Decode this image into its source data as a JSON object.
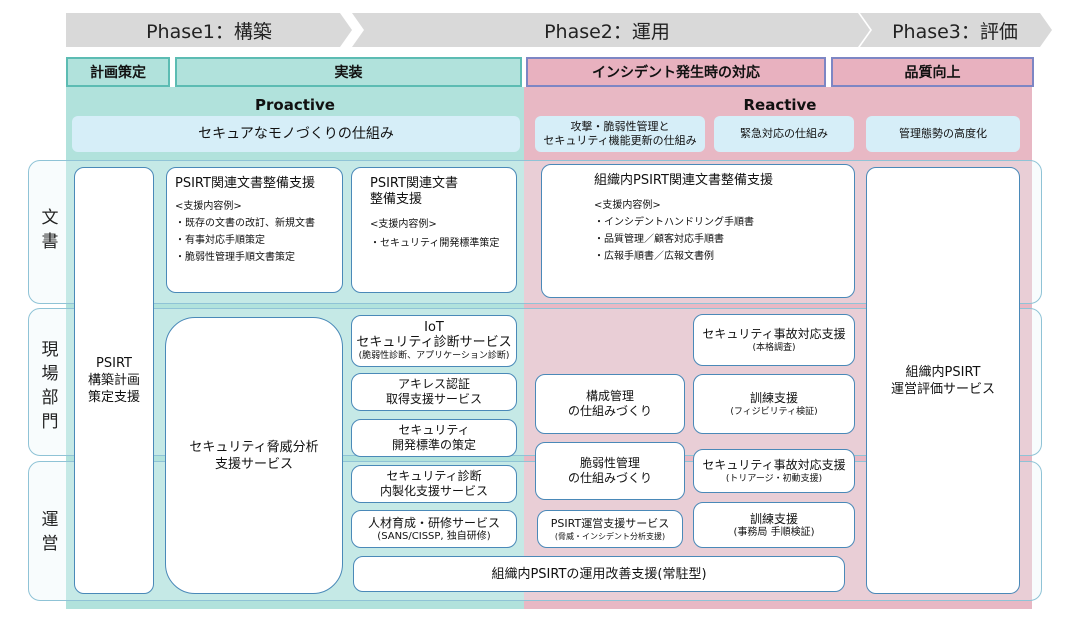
{
  "phases": [
    {
      "label": "Phase1：構築"
    },
    {
      "label": "Phase2：運用"
    },
    {
      "label": "Phase3：評価"
    }
  ],
  "headers": {
    "plan": "計画策定",
    "implement": "実装",
    "incident": "インシデント発生時の対応",
    "quality": "品質向上"
  },
  "proactive": {
    "caption": "Proactive",
    "banner": "セキュアなモノづくりの仕組み"
  },
  "reactive": {
    "caption": "Reactive",
    "banner1_line1": "攻撃・脆弱性管理と",
    "banner1_line2": "セキュリティ機能更新の仕組み",
    "banner2": "緊急対応の仕組み"
  },
  "quality_banner": "管理態勢の高度化",
  "rows": {
    "doc": "文書",
    "field": "現場部門",
    "ops": "運営"
  },
  "boxes": {
    "plan_support": {
      "l1": "PSIRT",
      "l2": "構築計画",
      "l3": "策定支援"
    },
    "doc1": {
      "title": "PSIRT関連文書整備支援",
      "sub0": "<支援内容例>",
      "sub1": "・既存の文書の改訂、新規文書",
      "sub2": "・有事対応手順策定",
      "sub3": "・脆弱性管理手順文書策定"
    },
    "doc2": {
      "title1": "PSIRT関連文書",
      "title2": "整備支援",
      "sub0": "<支援内容例>",
      "sub1": "・セキュリティ開発標準策定"
    },
    "doc3": {
      "title": "組織内PSIRT関連文書整備支援",
      "sub0": "<支援内容例>",
      "sub1": "・インシデントハンドリング手順書",
      "sub2": "・品質管理／顧客対応手順書",
      "sub3": "・広報手順書／広報文書例"
    },
    "eval": {
      "l1": "組織内PSIRT",
      "l2": "運営評価サービス"
    },
    "threat": {
      "l1": "セキュリティ脅威分析",
      "l2": "支援サービス"
    },
    "iot": {
      "l1": "IoT",
      "l2": "セキュリティ診断サービス",
      "small": "(脆弱性診断、アプリケーション診断)"
    },
    "akires": {
      "l1": "アキレス認証",
      "l2": "取得支援サービス"
    },
    "devstd": {
      "l1": "セキュリティ",
      "l2": "開発標準の策定"
    },
    "inhouse": {
      "l1": "セキュリティ診断",
      "l2": "内製化支援サービス"
    },
    "training": {
      "l1": "人材育成・研修サービス",
      "l2": "(SANS/CISSP, 独自研修)"
    },
    "config": {
      "l1": "構成管理",
      "l2": "の仕組みづくり"
    },
    "vuln": {
      "l1": "脆弱性管理",
      "l2": "の仕組みづくり"
    },
    "accident1": {
      "l1": "セキュリティ事故対応支援",
      "small": "(本格調査)"
    },
    "drill1": {
      "l1": "訓練支援",
      "small": "(フィジビリティ検証)"
    },
    "accident2": {
      "l1": "セキュリティ事故対応支援",
      "small": "(トリアージ・初動支援)"
    },
    "psirt_ops": {
      "l1": "PSIRT運営支援サービス",
      "small": "(脅威・インシデント分析支援)"
    },
    "drill2": {
      "l1": "訓練支援",
      "small": "(事務局 手順検証)"
    },
    "improve": {
      "l1": "組織内PSIRTの運用改善支援(常駐型)"
    }
  }
}
